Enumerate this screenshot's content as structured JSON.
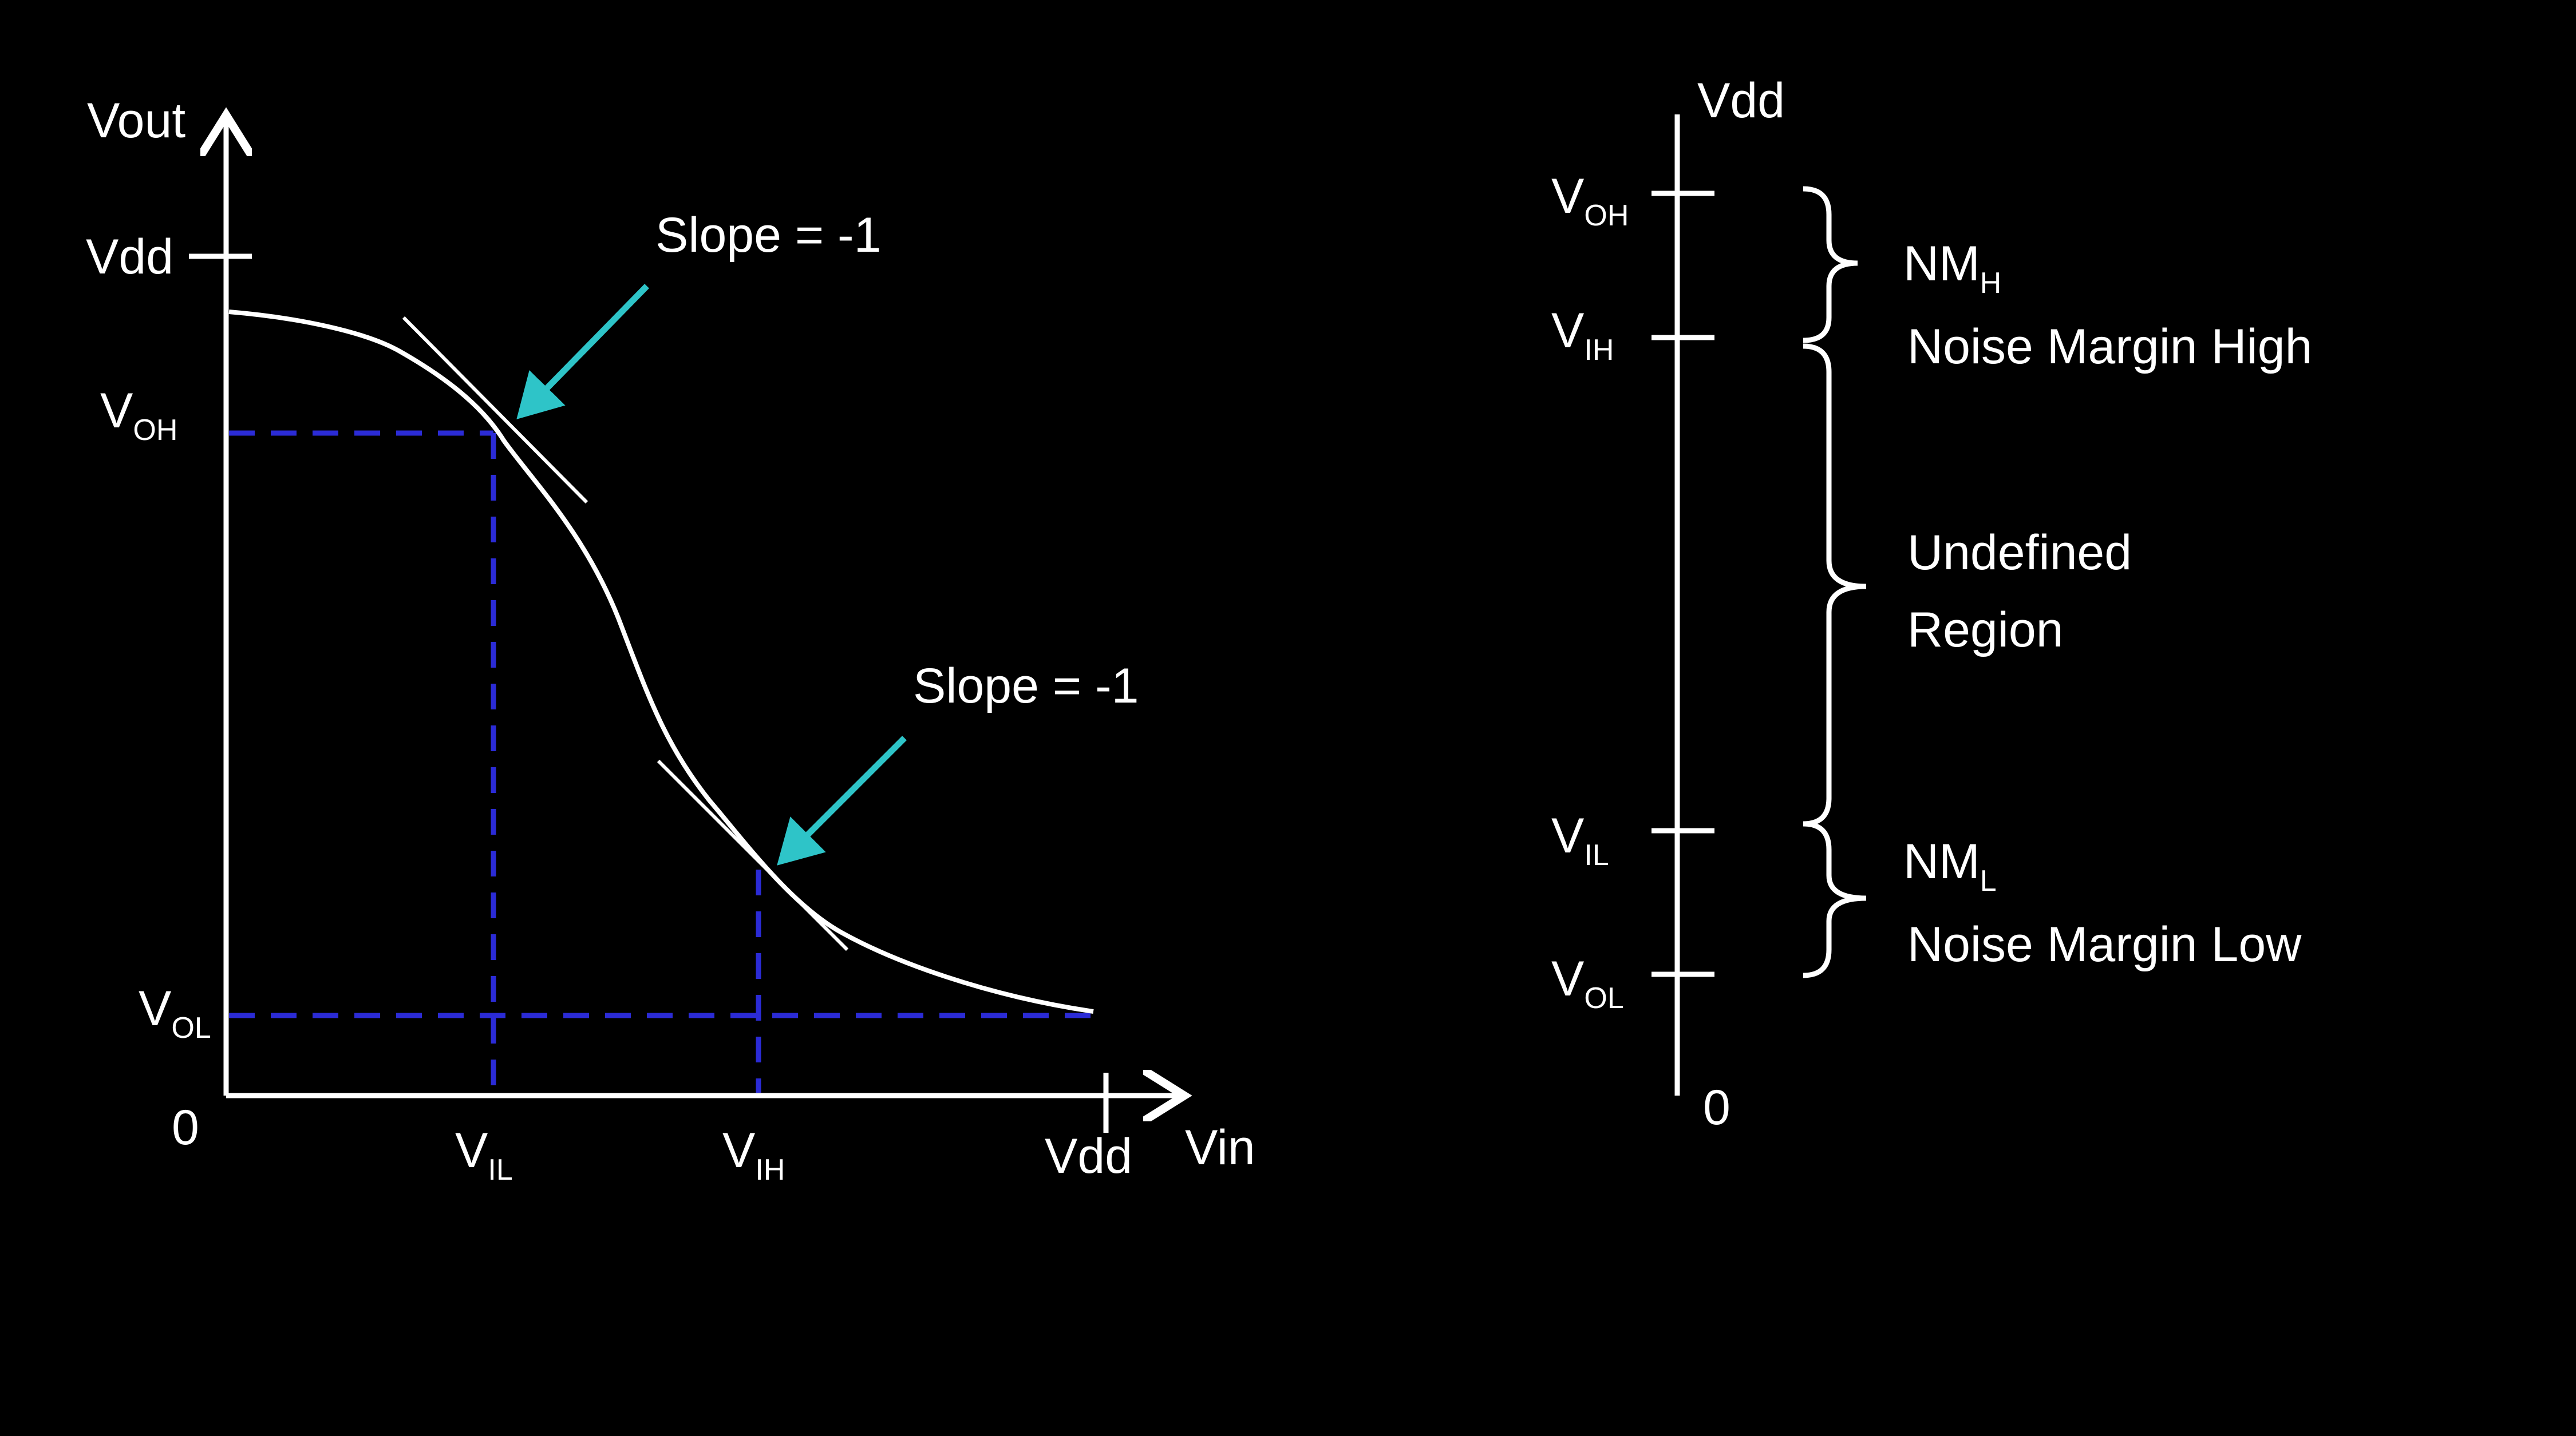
{
  "colors": {
    "background": "#000000",
    "line": "#ffffff",
    "dashed_guides": "#2b2bd6",
    "arrow": "#2ec4c8"
  },
  "transfer_plot": {
    "y_axis_label": "Vout",
    "x_axis_label": "Vin",
    "origin_label": "0",
    "y_vdd_label": "Vdd",
    "x_vdd_label": "Vdd",
    "voh": {
      "main": "V",
      "sub": "OH"
    },
    "vol": {
      "main": "V",
      "sub": "OL"
    },
    "vil": {
      "main": "V",
      "sub": "IL"
    },
    "vih": {
      "main": "V",
      "sub": "IH"
    },
    "slope_top": "Slope = -1",
    "slope_bottom": "Slope = -1"
  },
  "noise_margin_scale": {
    "top_label": "Vdd",
    "bottom_label": "0",
    "voh": {
      "main": "V",
      "sub": "OH"
    },
    "vih": {
      "main": "V",
      "sub": "IH"
    },
    "vil": {
      "main": "V",
      "sub": "IL"
    },
    "vol": {
      "main": "V",
      "sub": "OL"
    },
    "nmh": {
      "main": "NM",
      "sub": "H"
    },
    "nmh_text": "Noise Margin High",
    "undefined_line1": "Undefined",
    "undefined_line2": "Region",
    "nml": {
      "main": "NM",
      "sub": "L"
    },
    "nml_text": "Noise Margin Low"
  }
}
